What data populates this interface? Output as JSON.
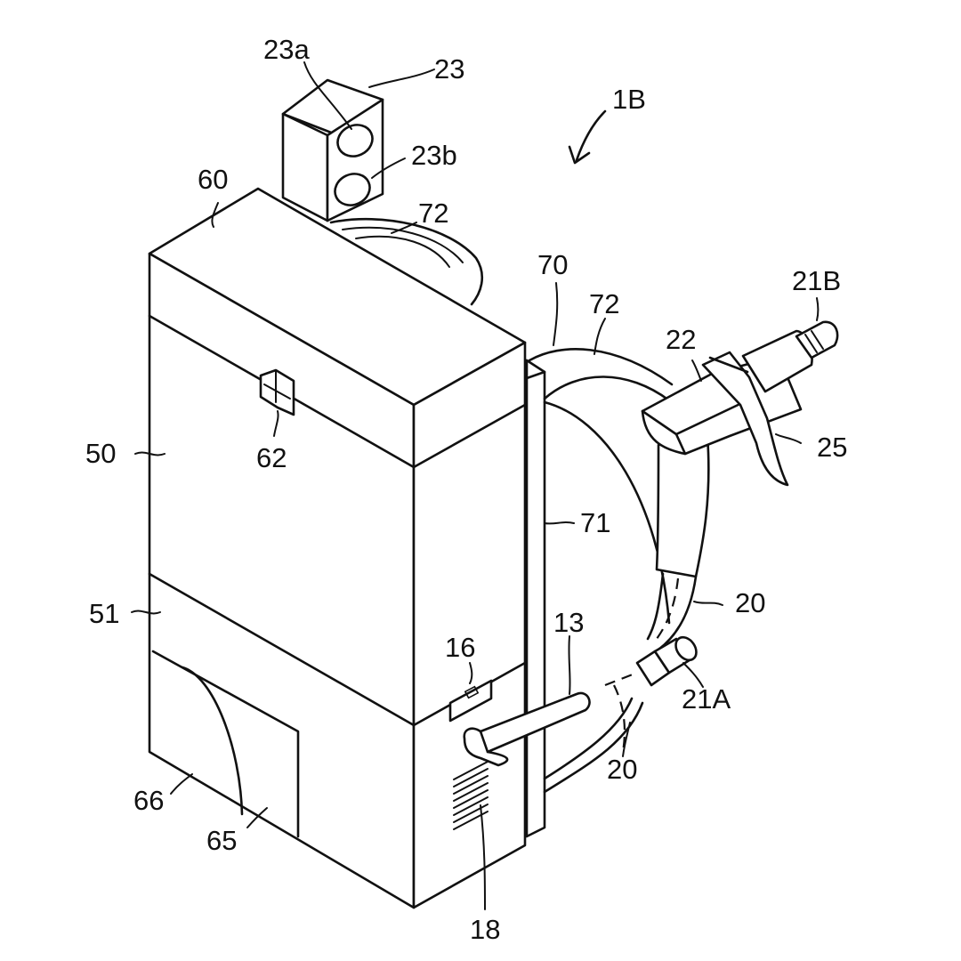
{
  "figure": {
    "assembly_ref": "1B",
    "labels": {
      "l23a": "23a",
      "l23": "23",
      "l23b": "23b",
      "l1B": "1B",
      "l60": "60",
      "l72top": "72",
      "l70": "70",
      "l72mid": "72",
      "l21B": "21B",
      "l22": "22",
      "l50": "50",
      "l62": "62",
      "l25": "25",
      "l71": "71",
      "l51": "51",
      "l20upper": "20",
      "l13": "13",
      "l16": "16",
      "l21A": "21A",
      "l20lower": "20",
      "l66": "66",
      "l65": "65",
      "l18": "18"
    }
  }
}
